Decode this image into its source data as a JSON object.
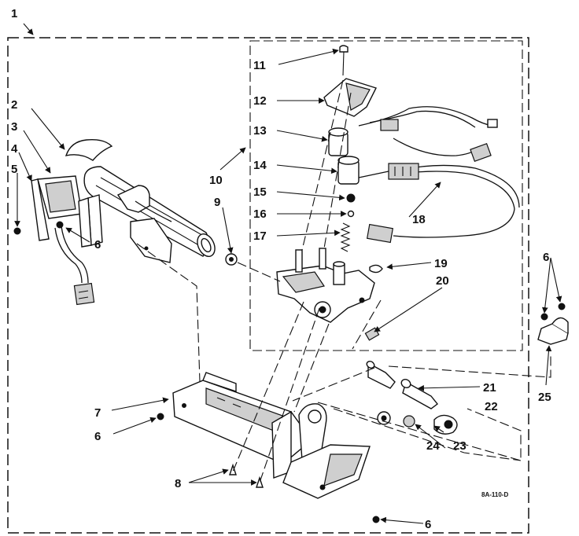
{
  "diagram": {
    "drawing_code": "8A-110-D",
    "callouts": {
      "c1": "1",
      "c2": "2",
      "c3": "3",
      "c4": "4",
      "c5": "5",
      "c6a": "6",
      "c6b": "6",
      "c6c": "6",
      "c6d": "6",
      "c7": "7",
      "c8": "8",
      "c9": "9",
      "c10": "10",
      "c11": "11",
      "c12": "12",
      "c13": "13",
      "c14": "14",
      "c15": "15",
      "c16": "16",
      "c17": "17",
      "c18": "18",
      "c19": "19",
      "c20": "20",
      "c21": "21",
      "c22": "22",
      "c23": "23",
      "c24": "24",
      "c25": "25"
    }
  }
}
